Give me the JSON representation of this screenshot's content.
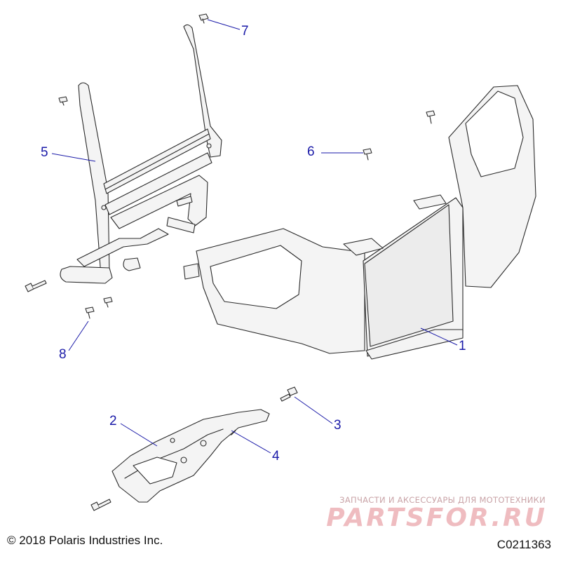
{
  "callouts": [
    {
      "id": "1",
      "text": "1"
    },
    {
      "id": "2",
      "text": "2"
    },
    {
      "id": "3",
      "text": "3"
    },
    {
      "id": "4",
      "text": "4"
    },
    {
      "id": "5",
      "text": "5"
    },
    {
      "id": "6",
      "text": "6"
    },
    {
      "id": "7",
      "text": "7"
    },
    {
      "id": "8",
      "text": "8"
    }
  ],
  "footer": {
    "copyright": "© 2018 Polaris Industries Inc.",
    "drawing_number": "C0211363"
  },
  "watermark": {
    "tagline": "ЗАПЧАСТИ И АКСЕССУАРЫ ДЛЯ МОТОТЕХНИКИ",
    "logo": "PARTSFOR.RU"
  },
  "colors": {
    "callout": "#1a1aa8",
    "line": "#2a2a2a",
    "fill": "#f3f3f3",
    "watermark": "#efbcc0"
  }
}
